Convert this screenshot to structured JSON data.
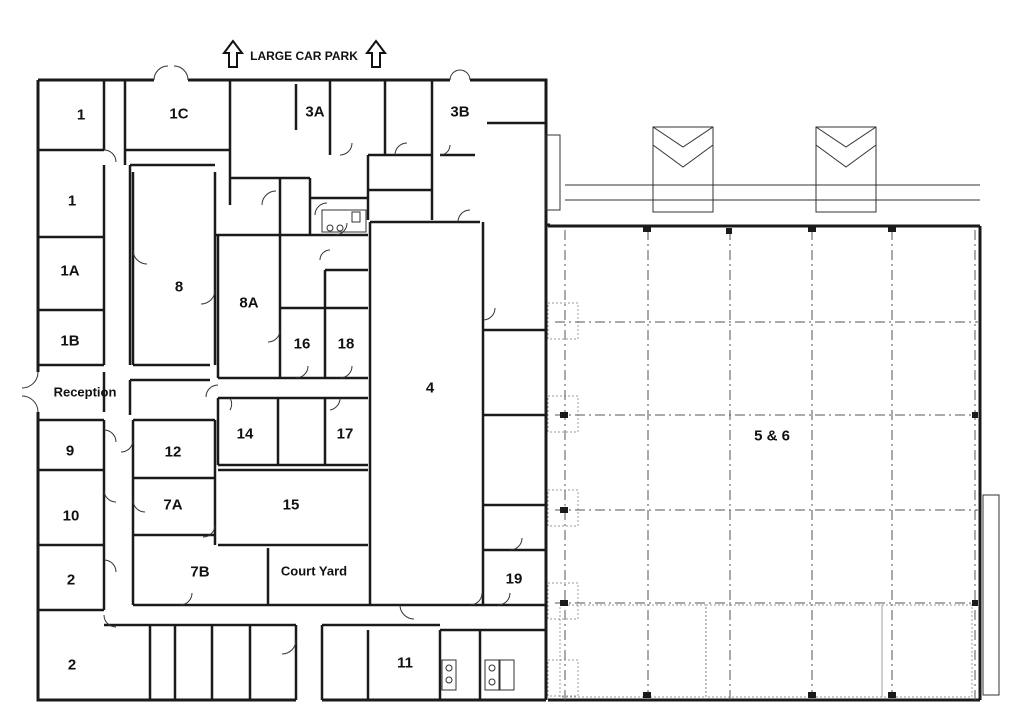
{
  "header": {
    "car_park": "LARGE CAR PARK"
  },
  "rooms": {
    "r1_top": "1",
    "r1c": "1C",
    "r3a": "3A",
    "r3b": "3B",
    "r1_mid": "1",
    "r1a": "1A",
    "r1b": "1B",
    "r8": "8",
    "r8a": "8A",
    "r16": "16",
    "r18": "18",
    "r4": "4",
    "reception": "Reception",
    "r14": "14",
    "r17": "17",
    "r9": "9",
    "r12": "12",
    "r10": "10",
    "r7a": "7A",
    "r15": "15",
    "r2_mid": "2",
    "r7b": "7B",
    "court_yard": "Court Yard",
    "r19": "19",
    "r2_bottom": "2",
    "r11": "11",
    "r56": "5 & 6"
  },
  "colors": {
    "wall": "#1a1a1a",
    "thin_line": "#444444",
    "grid_line": "#555555",
    "background": "#ffffff"
  }
}
